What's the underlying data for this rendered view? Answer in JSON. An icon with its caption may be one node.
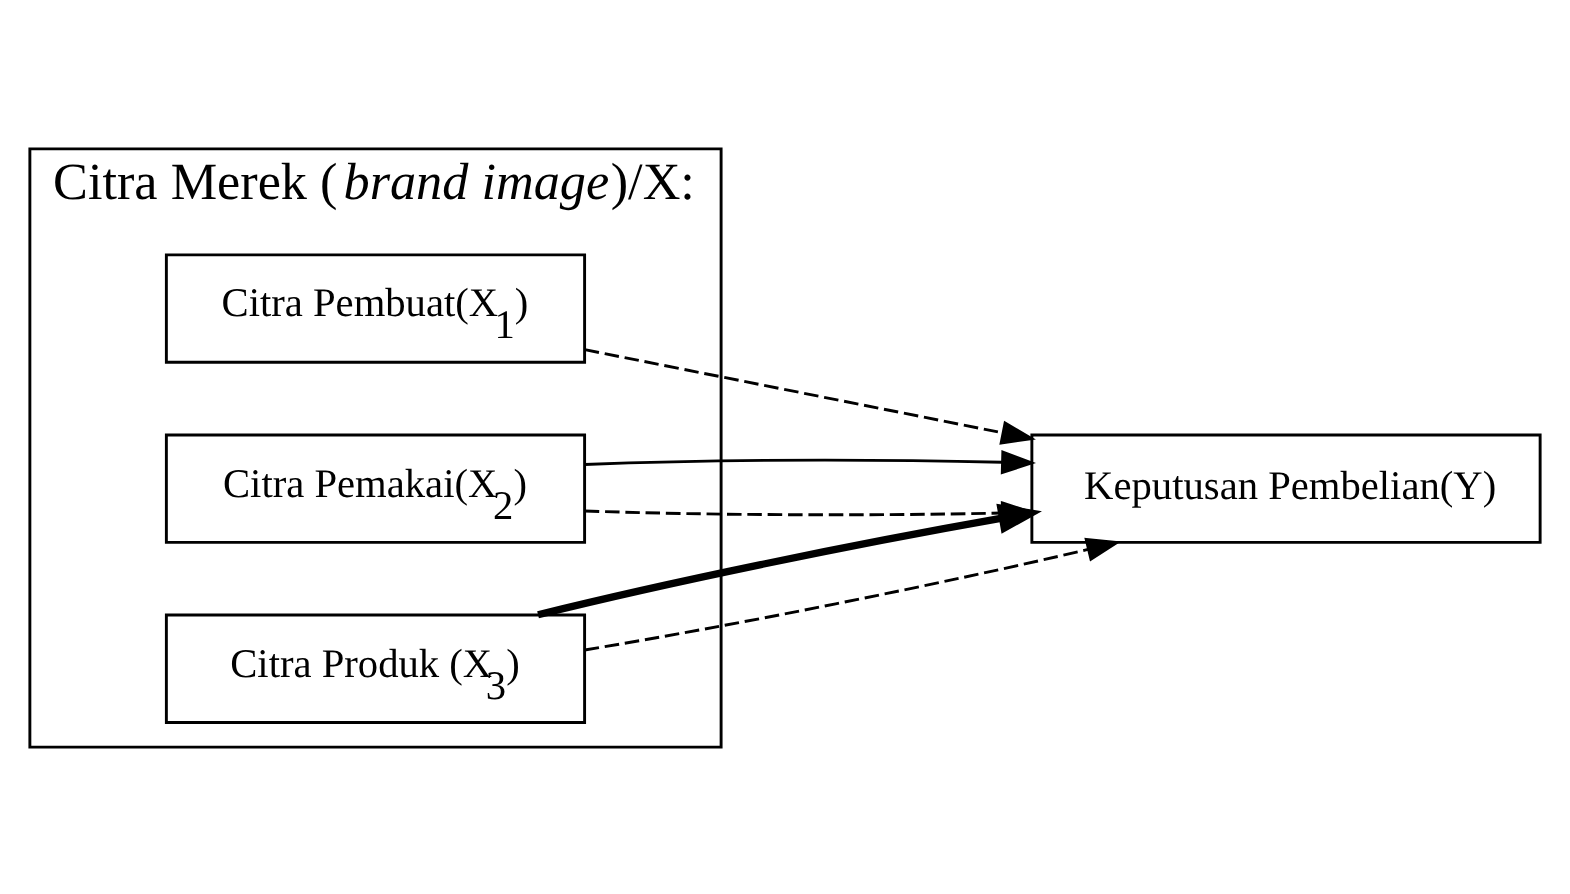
{
  "diagram": {
    "nodes": [
      {
        "text": [
          "Citra Merek (*brand image*)/X:"
        ]
      },
      {
        "text": [
          "Citra Pembuat(X$_{1}$)"
        ],
        "in": 0
      },
      {
        "text": [
          "Citra Pemakai(X$_{2}$)"
        ],
        "in": 0
      },
      {
        "text": [
          "Citra Produk (X$_{3}$)"
        ],
        "in": 0
      },
      {
        "text": [
          "Keputusan Pembelian(Y)"
        ]
      }
    ],
    "edges": [
      {
        "from": 1,
        "to": 4,
        "arrow": "to",
        "style": "dashed"
      },
      {
        "from": 2,
        "to": 4,
        "arrow": "to",
        "style": "dashed"
      },
      {
        "from": 2,
        "to": 4,
        "arrow": "to"
      },
      {
        "from": 3,
        "to": 4,
        "arrow": "to",
        "style": "dashed"
      },
      {
        "from": 3,
        "to": 4,
        "arrow": "to",
        "style": "thick"
      }
    ]
  }
}
